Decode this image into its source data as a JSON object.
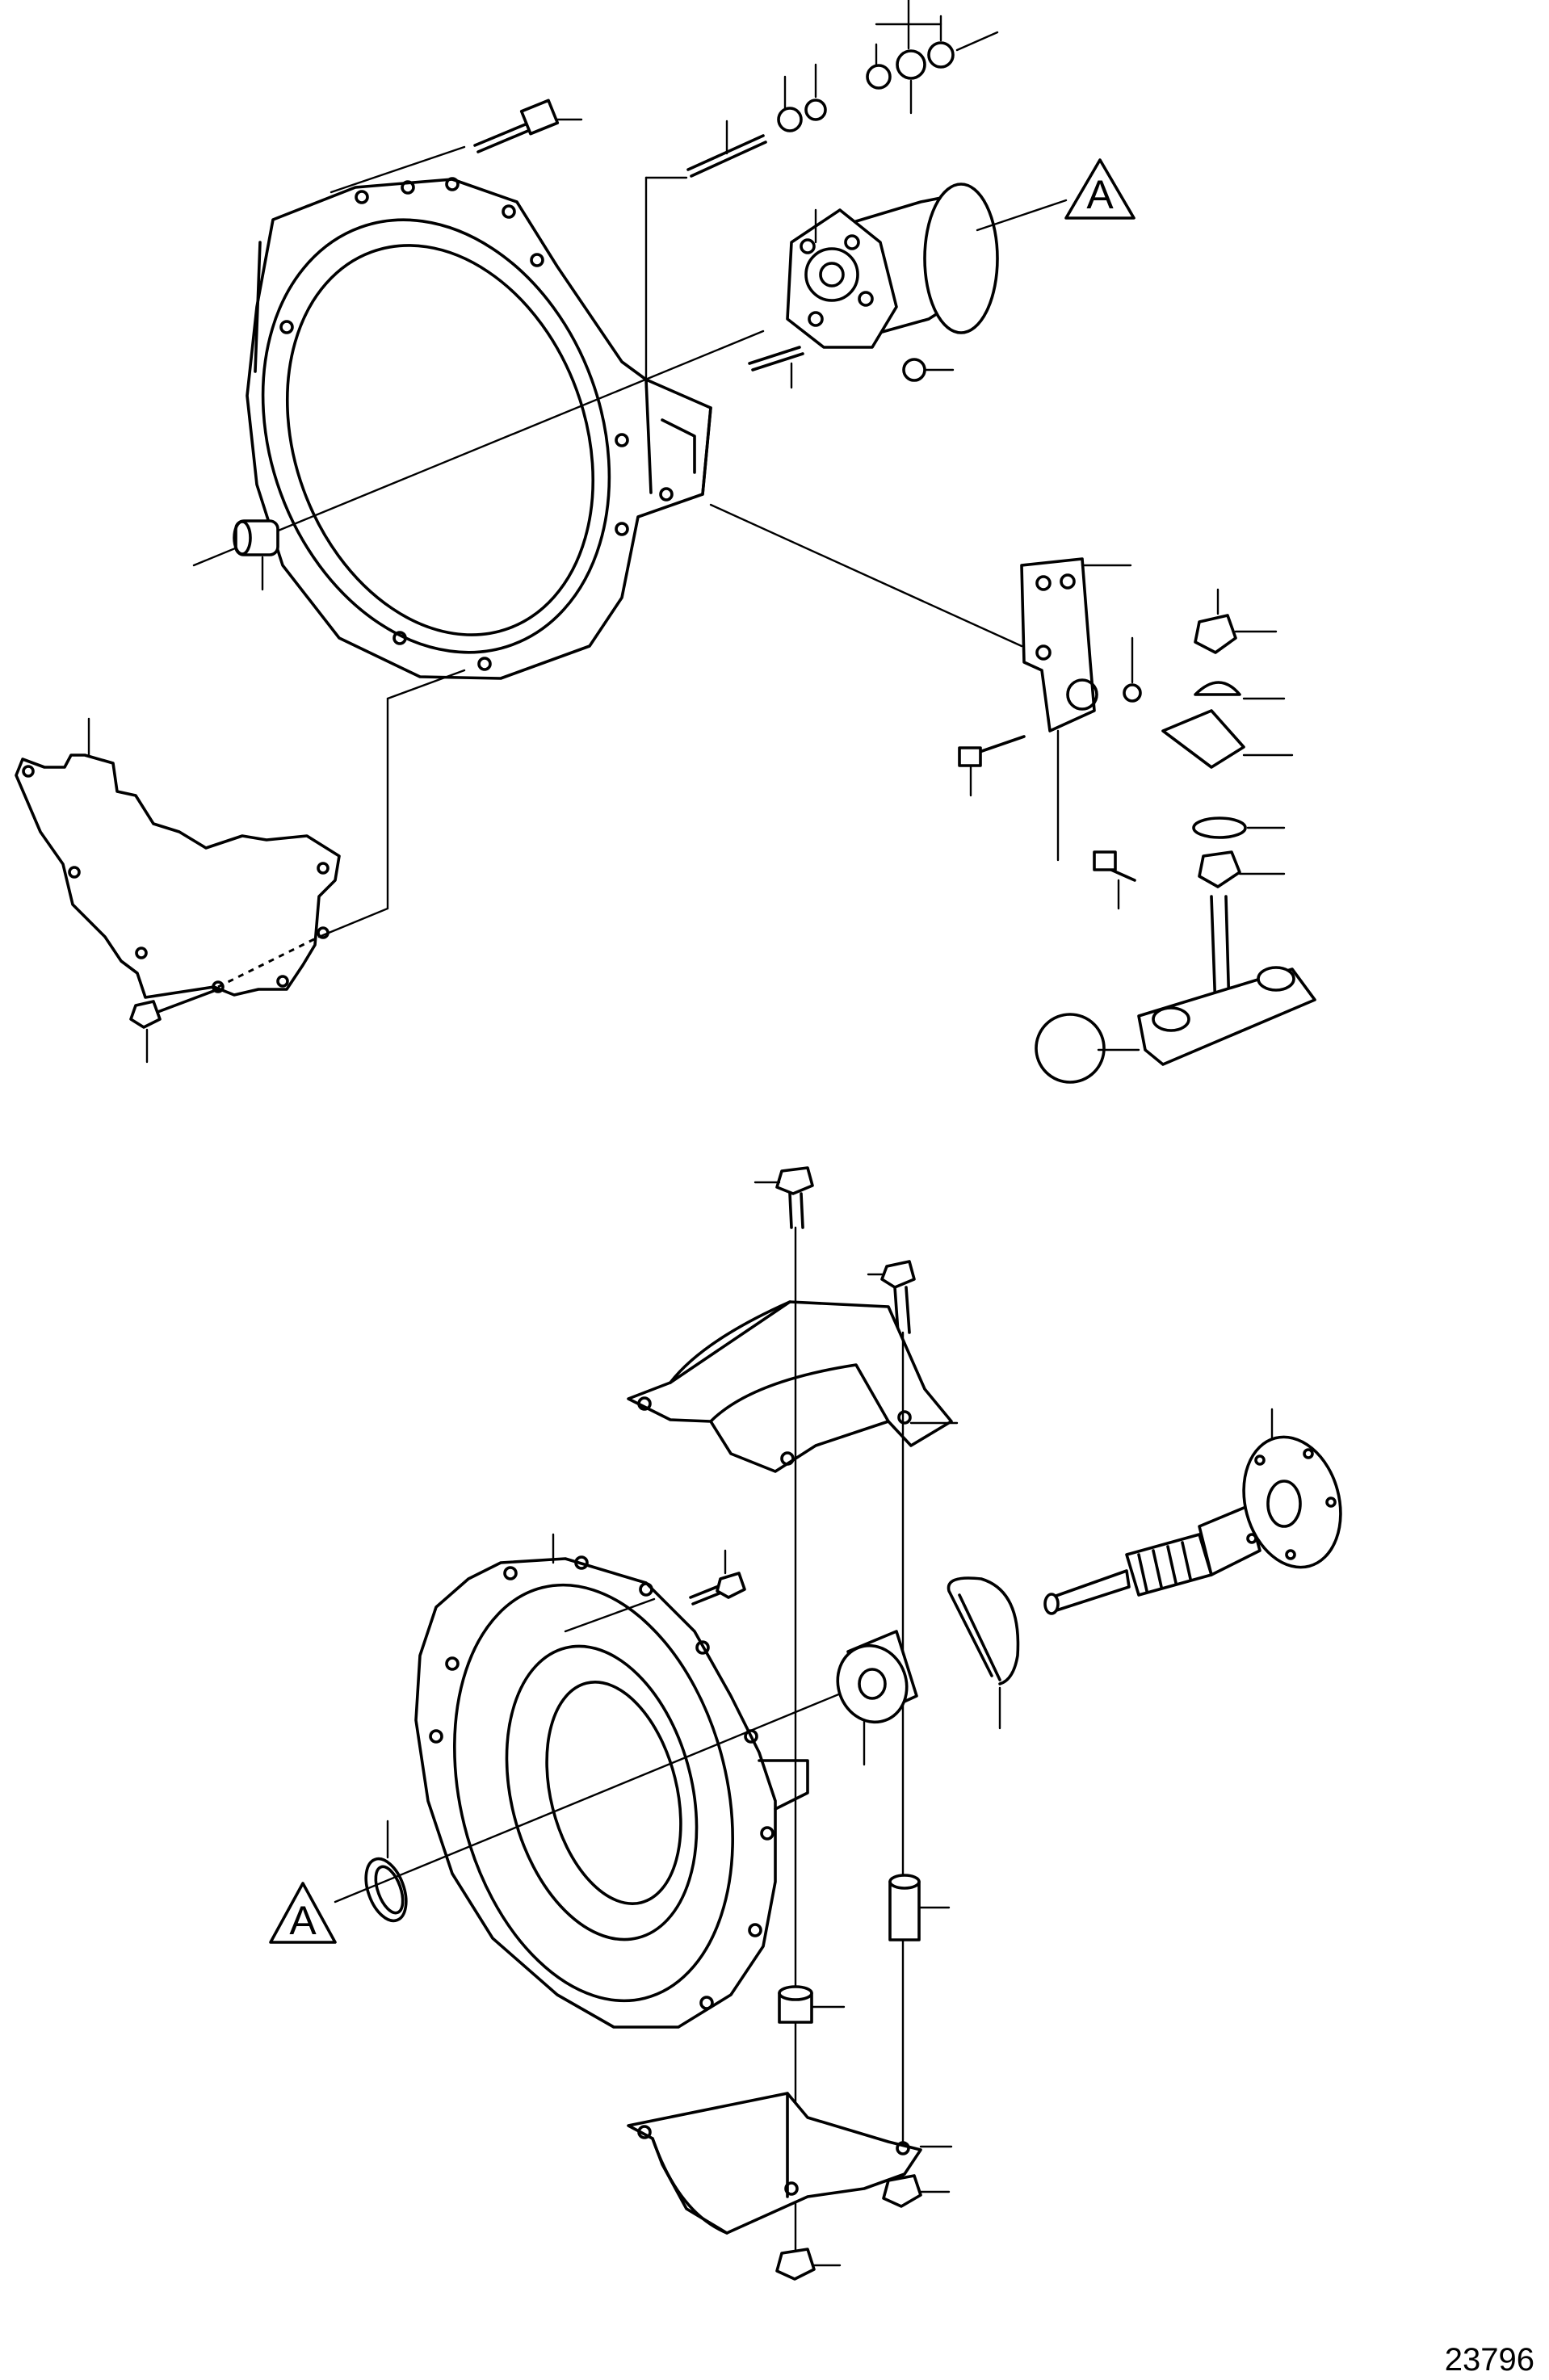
{
  "markers": {
    "upper_triangle": "A",
    "lower_triangle": "A"
  },
  "figure_ref": "23796"
}
